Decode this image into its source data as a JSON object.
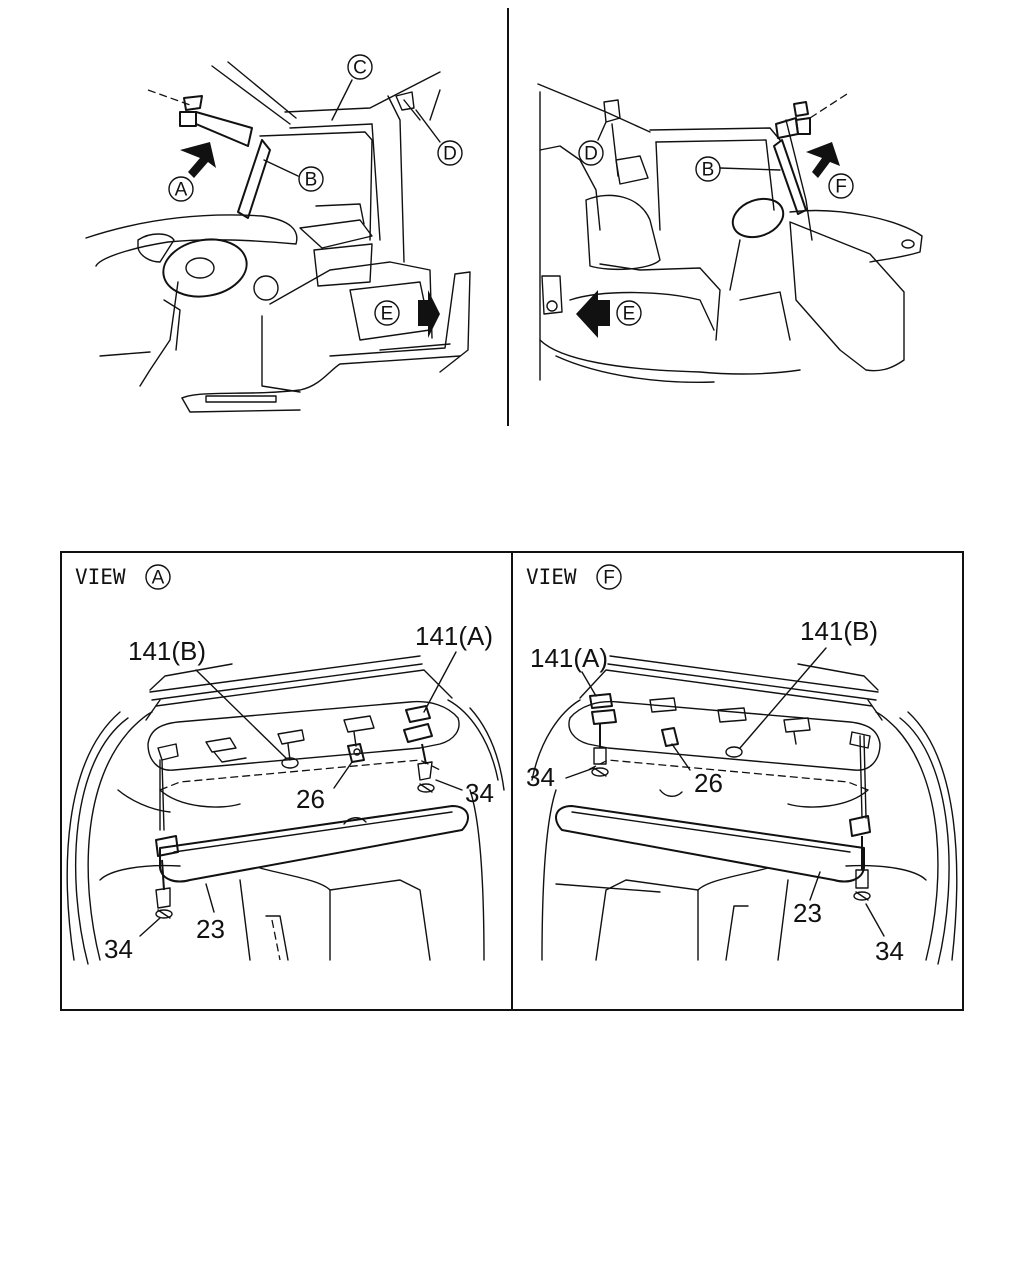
{
  "callouts": {
    "A": "A",
    "B": "B",
    "C": "C",
    "D": "D",
    "E": "E",
    "F": "F"
  },
  "view_a": {
    "prefix": "VIEW",
    "letter": "A",
    "labels": {
      "clip_b": "141(B)",
      "clip_a": "141(A)",
      "holder": "26",
      "screw_right": "34",
      "screw_left": "34",
      "visor": "23"
    }
  },
  "view_f": {
    "prefix": "VIEW",
    "letter": "F",
    "labels": {
      "clip_a": "141(A)",
      "clip_b": "141(B)",
      "screw_left": "34",
      "holder": "26",
      "visor": "23",
      "screw_right": "34"
    }
  }
}
